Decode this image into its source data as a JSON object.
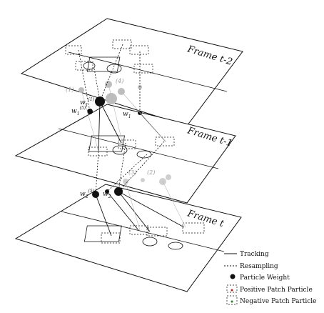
{
  "frames": [
    {
      "label": "Frame t-2"
    },
    {
      "label": "Frame t-1"
    },
    {
      "label": "Frame t"
    }
  ],
  "weights": {
    "w1": "w",
    "w1_top_sup": "(1)",
    "w1_sub": "1",
    "w1_5": "(5)",
    "w2_5": "(5)",
    "w2_sub": "2",
    "gray_1": "(1)",
    "gray_2": "(2)",
    "gray_3": "(3)",
    "gray_4": "(4)"
  },
  "legend": {
    "tracking": "Tracking",
    "resampling": "Resampling",
    "particle_weight": "Particle Weight",
    "positive_patch": "Positive Patch Particle",
    "negative_patch": "Negative Patch Particle"
  }
}
